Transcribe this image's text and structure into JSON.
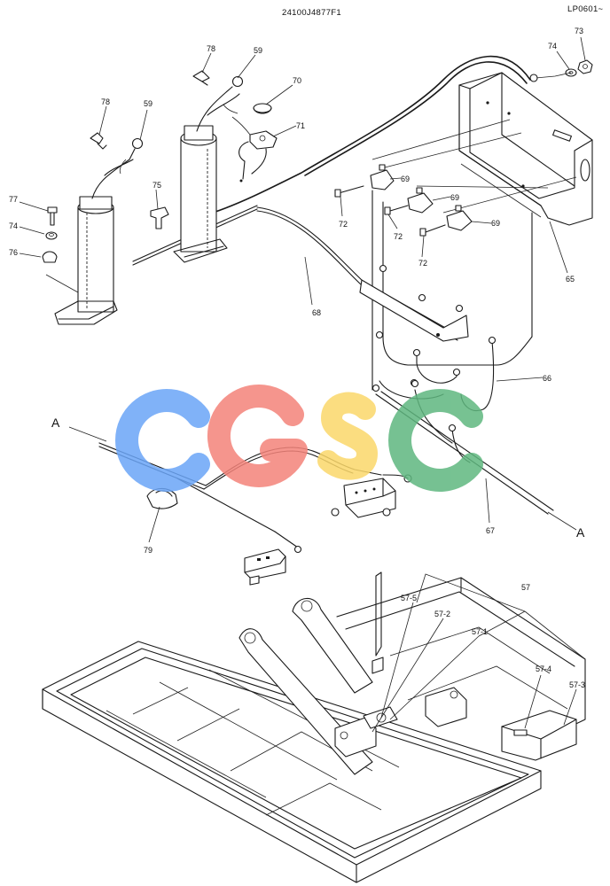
{
  "header": {
    "drawing_number": "24100J4877F1",
    "page_code": "LP0601~"
  },
  "watermark": {
    "letters": [
      "C",
      "G",
      "S",
      "C"
    ],
    "colors": [
      "#6aa5f7",
      "#f4837a",
      "#fbd86a",
      "#5fb77f"
    ]
  },
  "callouts": {
    "c73": "73",
    "c74a": "74",
    "c78a": "78",
    "c59a": "59",
    "c70": "70",
    "c71": "71",
    "c78b": "78",
    "c59b": "59",
    "c75": "75",
    "c77": "77",
    "c74b": "74",
    "c76": "76",
    "c69a": "69",
    "c69b": "69",
    "c69c": "69",
    "c72a": "72",
    "c72b": "72",
    "c72c": "72",
    "c65": "65",
    "c68": "68",
    "c66": "66",
    "c67": "67",
    "c79": "79",
    "c57": "57",
    "c57_5": "57-5",
    "c57_2": "57-2",
    "c57_1": "57-1",
    "c57_4": "57-4",
    "c57_3": "57-3",
    "sectionA_left": "A",
    "sectionA_right": "A"
  }
}
